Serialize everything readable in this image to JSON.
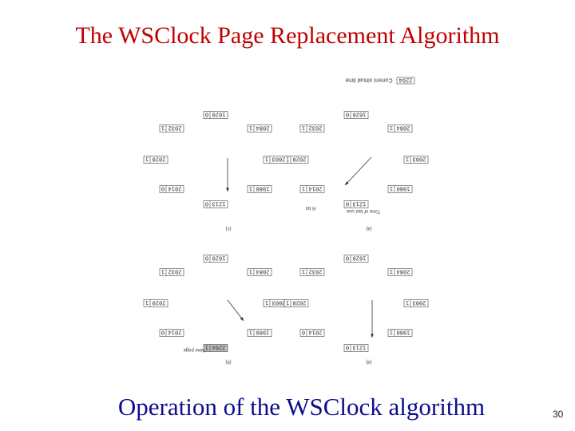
{
  "slide": {
    "title": "The WSClock Page Replacement Algorithm",
    "caption": "Operation of the WSClock algorithm",
    "page_number": "30"
  },
  "figure": {
    "header_label": "2204",
    "header_text": "Current virtual time",
    "annotations": {
      "time_of_last_use": "Time of last use",
      "r_bit": "R bit",
      "new_page": "New page"
    },
    "panels": [
      {
        "id": "a",
        "label": "(a)",
        "entries": [
          {
            "time": "1620",
            "r": "0"
          },
          {
            "time": "2084",
            "r": "1"
          },
          {
            "time": "2003",
            "r": "1"
          },
          {
            "time": "1980",
            "r": "1"
          },
          {
            "time": "1213",
            "r": "0"
          },
          {
            "time": "2014",
            "r": "1"
          },
          {
            "time": "2020",
            "r": "1"
          },
          {
            "time": "2032",
            "r": "1"
          }
        ]
      },
      {
        "id": "b",
        "label": "(b)",
        "entries": [
          {
            "time": "1620",
            "r": "0"
          },
          {
            "time": "2084",
            "r": "1"
          },
          {
            "time": "2003",
            "r": "1"
          },
          {
            "time": "1980",
            "r": "1"
          },
          {
            "time": "2204",
            "r": "1"
          },
          {
            "time": "2014",
            "r": "0"
          },
          {
            "time": "2020",
            "r": "1"
          },
          {
            "time": "2032",
            "r": "1"
          }
        ]
      },
      {
        "id": "c",
        "label": "(c)",
        "entries": [
          {
            "time": "1620",
            "r": "0"
          },
          {
            "time": "2084",
            "r": "1"
          },
          {
            "time": "2003",
            "r": "1"
          },
          {
            "time": "1980",
            "r": "1"
          },
          {
            "time": "1213",
            "r": "0"
          },
          {
            "time": "2014",
            "r": "0"
          },
          {
            "time": "2020",
            "r": "1"
          },
          {
            "time": "2032",
            "r": "1"
          }
        ]
      },
      {
        "id": "d",
        "label": "(d)",
        "entries": [
          {
            "time": "1620",
            "r": "0"
          },
          {
            "time": "2084",
            "r": "1"
          },
          {
            "time": "2003",
            "r": "1"
          },
          {
            "time": "1980",
            "r": "1"
          },
          {
            "time": "1213",
            "r": "0"
          },
          {
            "time": "2014",
            "r": "0"
          },
          {
            "time": "2020",
            "r": "1"
          },
          {
            "time": "2032",
            "r": "1"
          }
        ]
      }
    ]
  }
}
